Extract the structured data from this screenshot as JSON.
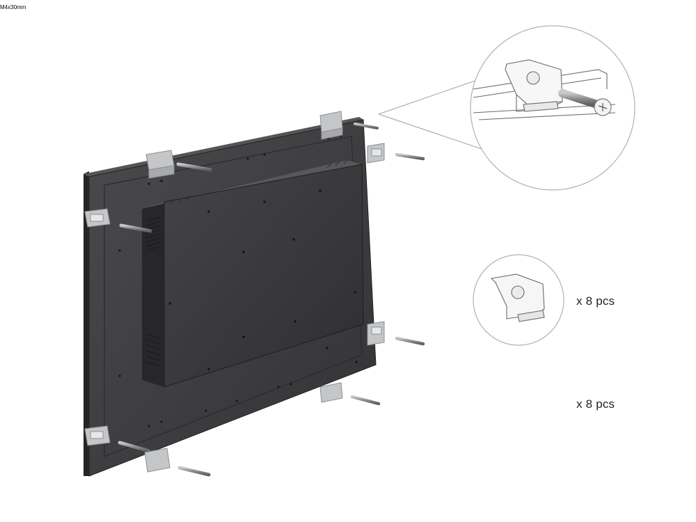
{
  "parts": {
    "bracket": {
      "quantity_label": "x 8 pcs"
    },
    "screw": {
      "quantity_label": "x 8 pcs",
      "size_label": "M4x30mm"
    }
  },
  "colors": {
    "panel": "#3a3a3c",
    "panel_edge": "#2a2a2b",
    "bracket": "#b9bbbd",
    "screw": "#6c6e70",
    "line": "#9a9a9a"
  }
}
